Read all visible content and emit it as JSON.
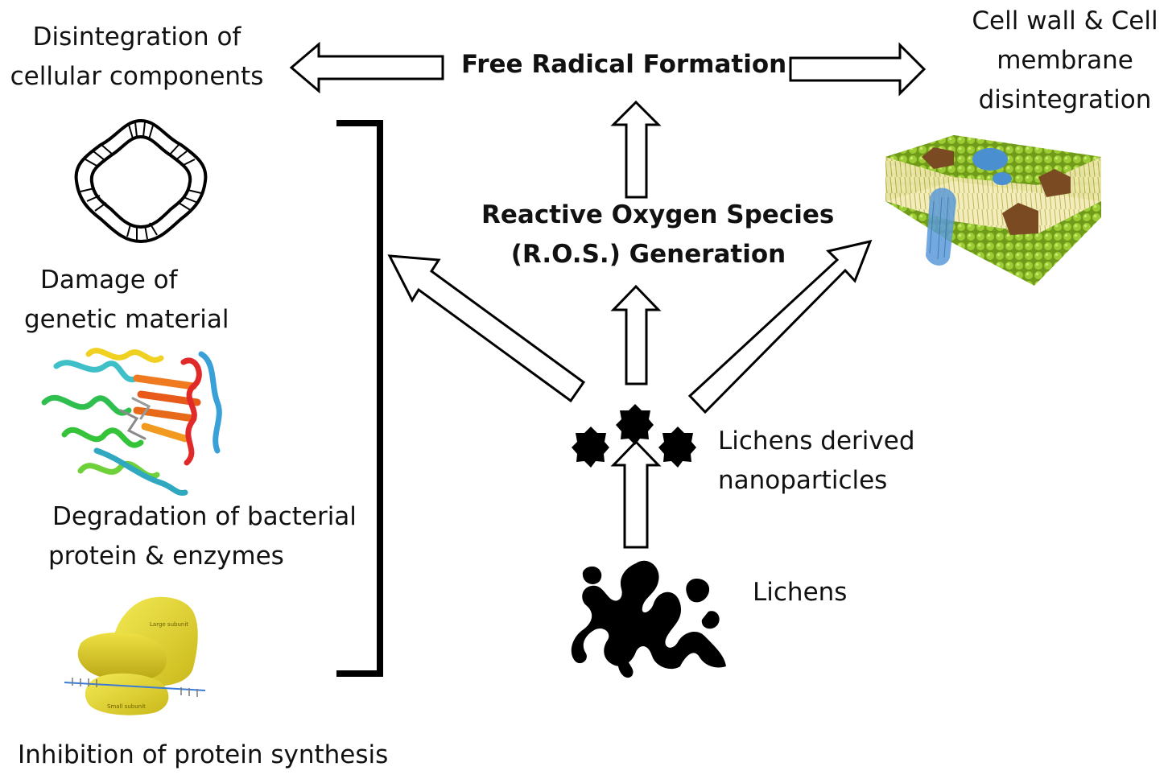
{
  "labels": {
    "disintegration": [
      "Disintegration of",
      "cellular components"
    ],
    "free_radical": "Free Radical Formation",
    "cell_wall": [
      "Cell wall & Cell",
      "membrane",
      "disintegration"
    ],
    "ros": [
      "Reactive Oxygen Species",
      "(R.O.S.) Generation"
    ],
    "damage_genetic": [
      "Damage of",
      "genetic material"
    ],
    "degradation_protein": [
      "Degradation of bacterial",
      "protein & enzymes"
    ],
    "inhibition": "Inhibition of protein synthesis",
    "nanoparticles": [
      "Lichens derived",
      "nanoparticles"
    ],
    "lichens": "Lichens"
  },
  "ribosome_labels": {
    "large": "Large subunit",
    "small": "Small subunit"
  },
  "icons": {
    "dna": "circular-dna-icon",
    "protein": "protein-ribbon-icon",
    "ribosome": "ribosome-icon",
    "membrane": "cell-membrane-icon",
    "nanoparticle": "star-nanoparticle-icon",
    "lichen": "lichen-silhouette-icon"
  },
  "colors": {
    "membrane_green": "#8fbf2a",
    "channel_blue": "#4a8fd0",
    "protein_brown": "#7a4a22",
    "ribosome_yellow": "#e6d82e"
  }
}
